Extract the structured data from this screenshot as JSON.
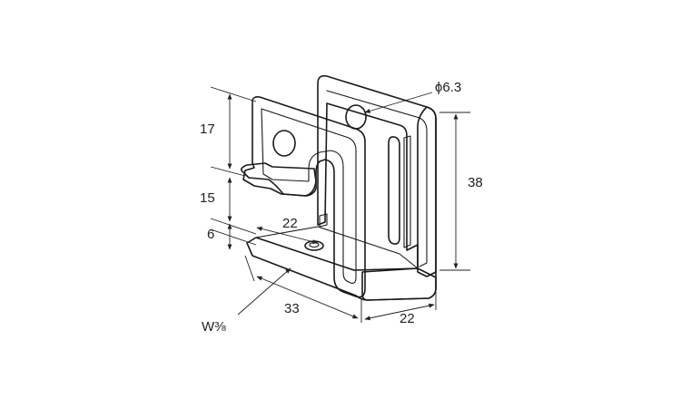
{
  "dimensions": {
    "hole_diameter": "ϕ6.3",
    "height_total": "38",
    "height_top": "17",
    "height_mid": "15",
    "height_bottom": "6",
    "inner_width": "22",
    "length": "33",
    "depth": "22",
    "thread": "W⅜"
  },
  "colors": {
    "metal_light": "#f4f4f4",
    "metal_mid": "#d9d9d9",
    "metal_dark": "#a8a8a8",
    "line": "#1a1a1a"
  }
}
